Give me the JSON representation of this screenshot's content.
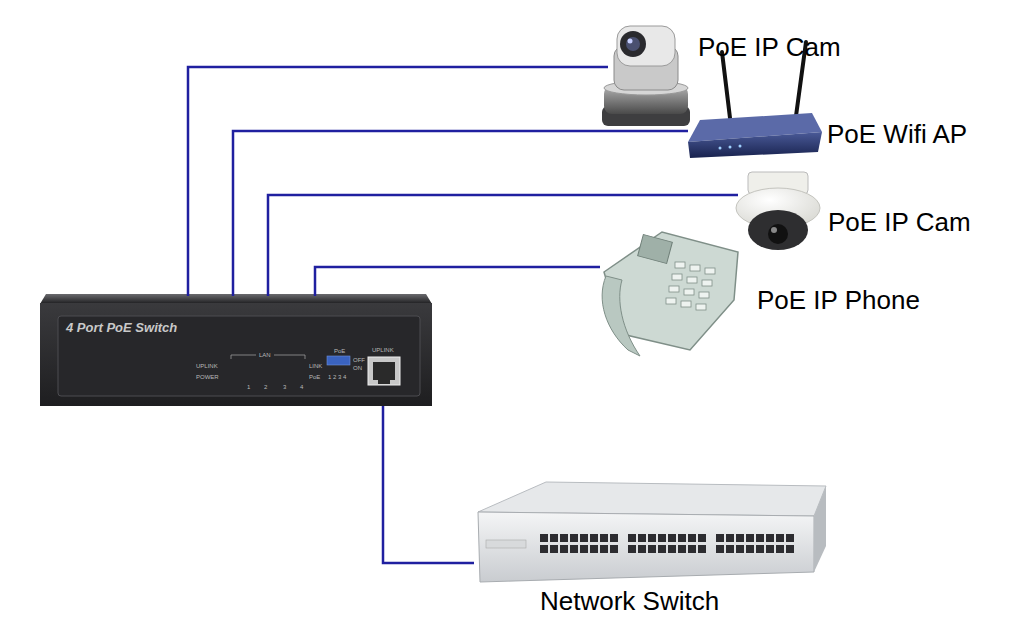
{
  "diagram": {
    "nodes": [
      {
        "text": [
          "PoE IP Cam"
        ]
      },
      {
        "text": [
          "PoE Wifi AP"
        ]
      },
      {
        "text": [
          "PoE IP Cam"
        ]
      },
      {
        "text": [
          "PoE IP Phone"
        ]
      },
      {
        "text": [
          "4 Port PoE Switch"
        ]
      },
      {
        "text": [
          "Network Switch"
        ]
      }
    ],
    "edges": [
      {
        "from": 4,
        "to": 0,
        "arrow": "none"
      },
      {
        "from": 4,
        "to": 1,
        "arrow": "none"
      },
      {
        "from": 4,
        "to": 2,
        "arrow": "none"
      },
      {
        "from": 4,
        "to": 3,
        "arrow": "none"
      },
      {
        "from": 4,
        "to": 5,
        "arrow": "none"
      }
    ],
    "labels": [
      "UPLINK",
      "POWER",
      "LAN",
      "1",
      "2",
      "3",
      "4",
      "LINK",
      "PoE",
      "PoE",
      "OFF",
      "ON",
      "1 2 3 4",
      "UPLINK"
    ]
  }
}
